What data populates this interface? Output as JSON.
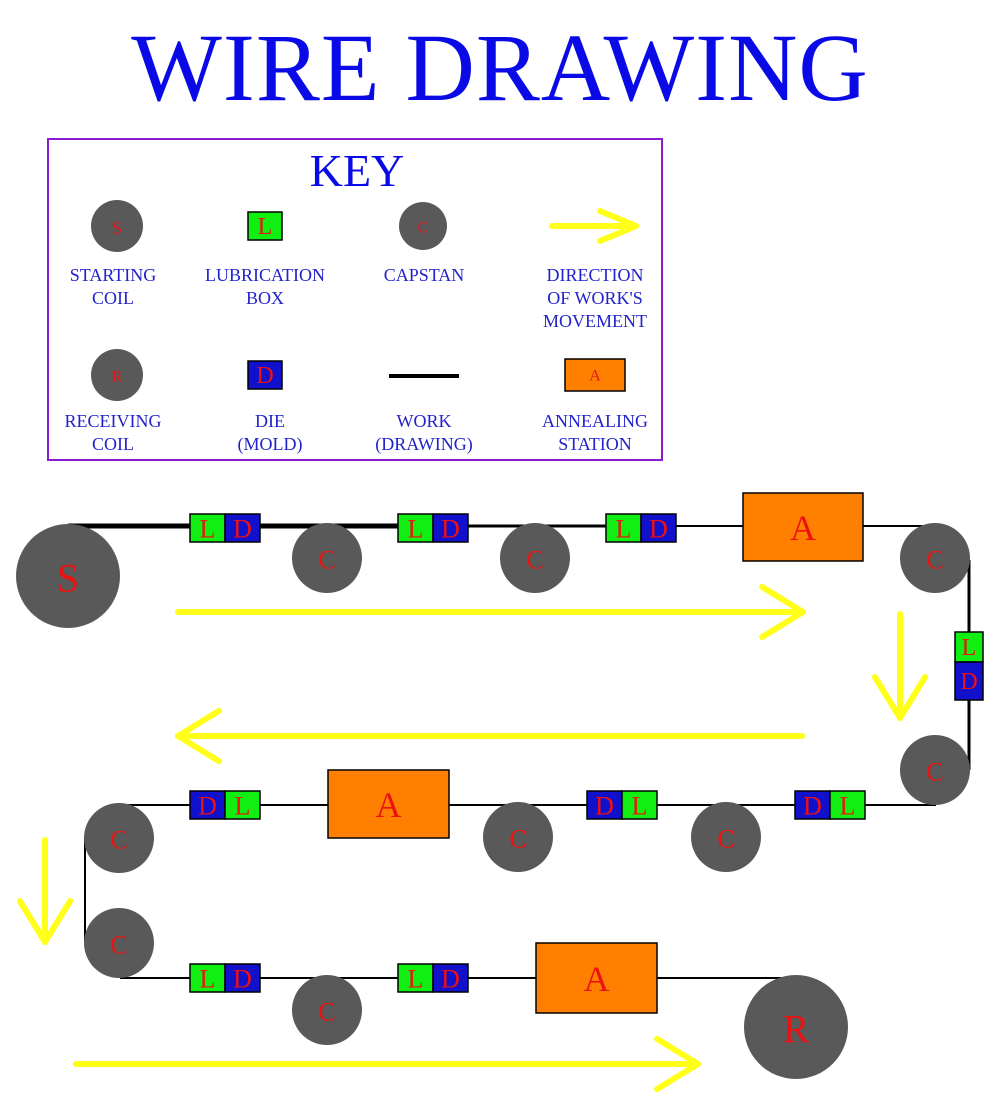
{
  "title": "WIRE DRAWING",
  "key": {
    "heading": "KEY",
    "items": [
      {
        "symbol": "S",
        "label": "STARTING\nCOIL"
      },
      {
        "symbol": "L",
        "label": "LUBRICATION\nBOX"
      },
      {
        "symbol": "C",
        "label": "CAPSTAN"
      },
      {
        "symbol": "",
        "label": "DIRECTION\nOF WORK'S\nMOVEMENT"
      },
      {
        "symbol": "R",
        "label": "RECEIVING\nCOIL"
      },
      {
        "symbol": "D",
        "label": "DIE\n(MOLD)"
      },
      {
        "symbol": "",
        "label": "WORK\n(DRAWING)"
      },
      {
        "symbol": "A",
        "label": "ANNEALING\nSTATION"
      }
    ]
  },
  "diagram": {
    "start_coil": "S",
    "receive_coil": "R",
    "capstan": "C",
    "lube": "L",
    "die": "D",
    "anneal": "A"
  },
  "colors": {
    "title": "#0a0ae6",
    "label": "#2222cc",
    "symbol_text": "#ee1111",
    "coil": "#595959",
    "lube": "#11ee11",
    "die": "#1111cc",
    "anneal": "#ff7f00",
    "arrow": "#ffff1a",
    "key_border": "#8a1ccf"
  }
}
